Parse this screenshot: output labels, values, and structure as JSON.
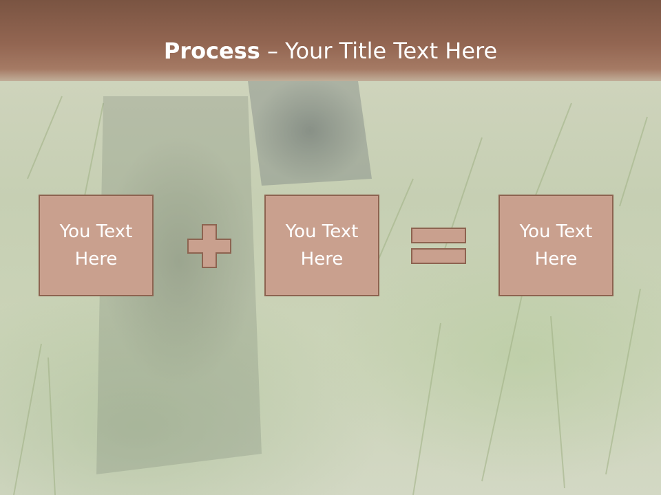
{
  "slide": {
    "title_bold": "Process",
    "title_rest": " – Your Title Text Here",
    "boxes": [
      {
        "text": "You Text\nHere"
      },
      {
        "text": "You Text\nHere"
      },
      {
        "text": "You Text\nHere"
      }
    ],
    "operators": [
      "plus-icon",
      "equals-icon"
    ]
  },
  "colors": {
    "header": "#936652",
    "box_fill": "#c9a08e",
    "box_border": "#8d6350",
    "text": "#ffffff"
  }
}
